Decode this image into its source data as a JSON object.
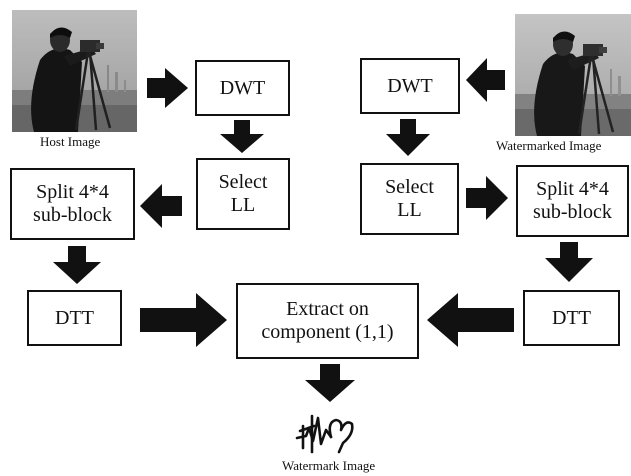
{
  "host_image": {
    "caption": "Host Image"
  },
  "watermarked_image": {
    "caption": "Watermarked Image"
  },
  "watermark_image": {
    "caption": "Watermark Image"
  },
  "left_branch": {
    "dwt": "DWT",
    "select_ll": "Select\nLL",
    "split": "Split 4*4\nsub-block",
    "dtt": "DTT"
  },
  "right_branch": {
    "dwt": "DWT",
    "select_ll": "Select\nLL",
    "split": "Split 4*4\nsub-block",
    "dtt": "DTT"
  },
  "center": {
    "extract": "Extract on\ncomponent (1,1)"
  },
  "colors": {
    "box_border": "#111111",
    "arrow_fill": "#111111",
    "background": "#ffffff"
  }
}
